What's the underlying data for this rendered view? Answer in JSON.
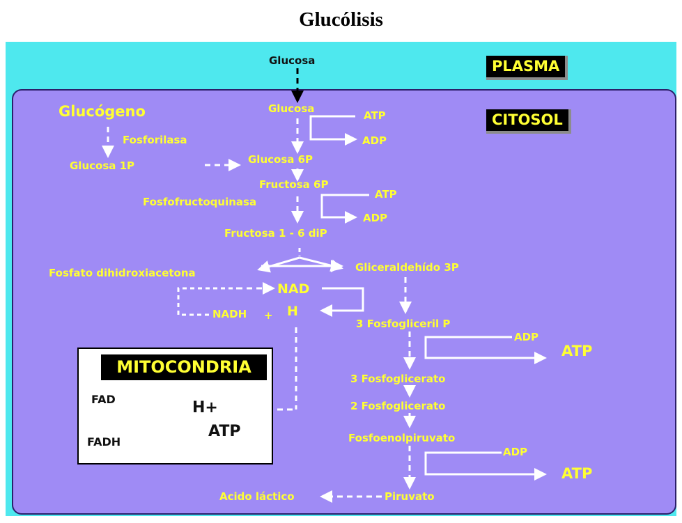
{
  "title": "Glucólisis",
  "zones": {
    "plasma": "PLASMA",
    "citosol": "CITOSOL",
    "mitocondria": "MITOCONDRIA"
  },
  "labels": {
    "glucosa_in": "Glucosa",
    "glucosa": "Glucosa",
    "atp_1": "ATP",
    "adp_1": "ADP",
    "glucogeno": "Glucógeno",
    "fosforilasa": "Fosforilasa",
    "glucosa_1p": "Glucosa 1P",
    "glucosa_6p": "Glucosa 6P",
    "fructosa_6p": "Fructosa 6P",
    "fosfofructoquinasa": "Fosfofructoquinasa",
    "atp_2": "ATP",
    "adp_2": "ADP",
    "fructosa_16dip": "Fructosa 1 - 6 diP",
    "fosfato_dihidroxiacetona": "Fosfato dihidroxiacetona",
    "gliceraldehido_3p": "Gliceraldehído 3P",
    "nad": "NAD",
    "nadh": "NADH",
    "plus": "+",
    "h": "H",
    "fosfogliceril_3p": "3 Fosfogliceril P",
    "adp_3": "ADP",
    "atp_3": "ATP",
    "fosfoglicerato_3": "3 Fosfoglicerato",
    "fosfoglicerato_2": "2 Fosfoglicerato",
    "fosfoenolpiruvato": "Fosfoenolpiruvato",
    "adp_4": "ADP",
    "atp_4": "ATP",
    "piruvato": "Piruvato",
    "acido_lactico": "Acido láctico"
  },
  "mitocondria": {
    "fad": "FAD",
    "fadh": "FADH",
    "h_plus": "H+",
    "atp": "ATP"
  },
  "colors": {
    "plasma": "#4ee8ee",
    "citosol": "#9f8bf5",
    "text": "#ffff33",
    "arrows": "#ffffff"
  }
}
